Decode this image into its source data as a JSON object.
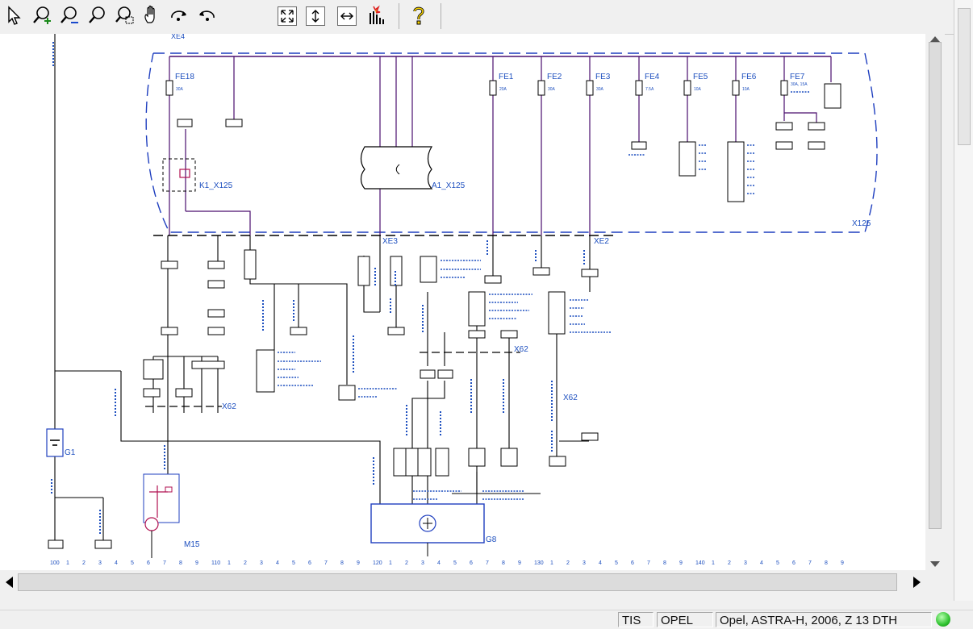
{
  "toolbar": {
    "tools": [
      {
        "name": "select-pointer-icon"
      },
      {
        "name": "zoom-in-icon"
      },
      {
        "name": "zoom-out-icon"
      },
      {
        "name": "zoom-icon"
      },
      {
        "name": "zoom-window-icon"
      },
      {
        "name": "pan-hand-icon"
      },
      {
        "name": "rotate-forward-icon"
      },
      {
        "name": "rotate-back-icon"
      },
      {
        "name": "fit-all-icon"
      },
      {
        "name": "fit-height-icon"
      },
      {
        "name": "fit-width-icon"
      },
      {
        "name": "highlight-circuit-icon"
      },
      {
        "name": "help-icon"
      }
    ]
  },
  "diagram": {
    "connectors": {
      "xe4": "XE4",
      "xe3": "XE3",
      "xe2": "XE2",
      "x125": "X125",
      "x62": "X62"
    },
    "fuses": [
      {
        "id": "FE18",
        "rating": "30A"
      },
      {
        "id": "FE1",
        "rating": "20A"
      },
      {
        "id": "FE2",
        "rating": "30A"
      },
      {
        "id": "FE3",
        "rating": "30A"
      },
      {
        "id": "FE4",
        "rating": "7.5A"
      },
      {
        "id": "FE5",
        "rating": "10A"
      },
      {
        "id": "FE6",
        "rating": "10A"
      },
      {
        "id": "FE7",
        "rating": "30A, 15A"
      }
    ],
    "components": {
      "k1": "K1_X125",
      "a1": "A1_X125",
      "g1": "G1",
      "m15": "M15",
      "g8": "G8"
    },
    "scale": [
      "100",
      "1",
      "2",
      "3",
      "4",
      "5",
      "6",
      "7",
      "8",
      "9",
      "110",
      "1",
      "2",
      "3",
      "4",
      "5",
      "6",
      "7",
      "8",
      "9",
      "120",
      "1",
      "2",
      "3",
      "4",
      "5",
      "6",
      "7",
      "8",
      "9",
      "130",
      "1",
      "2",
      "3",
      "4",
      "5",
      "6",
      "7",
      "8",
      "9",
      "140",
      "1",
      "2",
      "3",
      "4",
      "5",
      "6",
      "7",
      "8",
      "9"
    ],
    "colors": {
      "wire": "#4a0e6e",
      "label": "#1d4fbf",
      "frame": "#1f3fbf",
      "ink": "#000000"
    }
  },
  "status": {
    "source": "TIS",
    "brand": "OPEL",
    "vehicle": "Opel, ASTRA-H, 2006, Z 13 DTH",
    "indicator_color": "#2fc22f"
  }
}
